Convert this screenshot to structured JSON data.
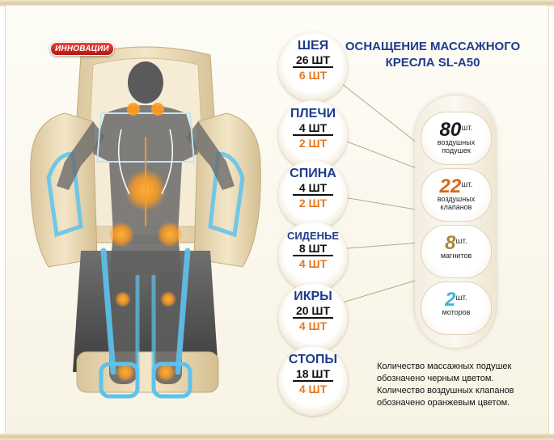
{
  "badge": "ИННОВАЦИИ",
  "title": {
    "line1": "ОСНАЩЕНИЕ МАССАЖНОГО",
    "line2": "КРЕСЛА SL-A50"
  },
  "parts": [
    {
      "name": "ШЕЯ",
      "cushions": "26 ШТ",
      "valves": "6 ШТ"
    },
    {
      "name": "ПЛЕЧИ",
      "cushions": "4 ШТ",
      "valves": "2 ШТ"
    },
    {
      "name": "СПИНА",
      "cushions": "4 ШТ",
      "valves": "2 ШТ"
    },
    {
      "name": "СИДЕНЬЕ",
      "cushions": "8 ШТ",
      "valves": "4 ШТ"
    },
    {
      "name": "ИКРЫ",
      "cushions": "20 ШТ",
      "valves": "4 ШТ"
    },
    {
      "name": "СТОПЫ",
      "cushions": "18 ШТ",
      "valves": "4 ШТ"
    }
  ],
  "stats": [
    {
      "value": "80",
      "unit": "шт.",
      "desc1": "воздушных",
      "desc2": "подушек",
      "color": "#1a1a1a"
    },
    {
      "value": "22",
      "unit": "шт.",
      "desc1": "воздушных",
      "desc2": "клапанов",
      "color": "#d9661a"
    },
    {
      "value": "8",
      "unit": "шт.",
      "desc1": "магнитов",
      "desc2": "",
      "color": "#a78a3a"
    },
    {
      "value": "2",
      "unit": "шт.",
      "desc1": "моторов",
      "desc2": "",
      "color": "#3ab5e6"
    }
  ],
  "notes": {
    "line1": "Количество массажных подушек",
    "line2": "обозначено черным цветом.",
    "line3": "Количество воздушных клапанов",
    "line4": "обозначено оранжевым цветом."
  },
  "colors": {
    "title": "#1f3b8c",
    "cushion_text": "#111111",
    "valve_text": "#e8781a",
    "chair": "#e9d9b4",
    "airbag": "#5cc3ee"
  }
}
